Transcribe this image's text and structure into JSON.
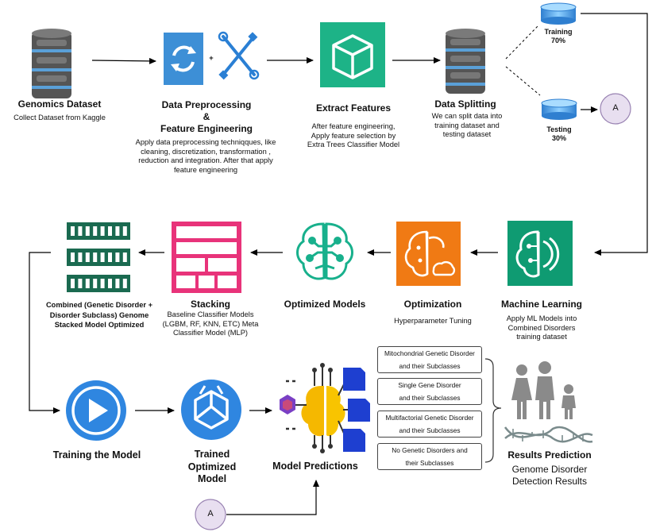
{
  "nodes": {
    "genomics": {
      "title": "Genomics Dataset",
      "desc": "Collect Dataset from Kaggle"
    },
    "preprocessing": {
      "title_line1": "Data Preprocessing",
      "title_amp": "&",
      "title_line2": "Feature Engineering",
      "desc": "Apply data preprocessing techniqques, like cleaning, discretization, transformation , reduction and integration. After that apply feature engineering",
      "plus": "+"
    },
    "extract": {
      "title": "Extract Features",
      "desc": "After feature engineering, Apply feature selection by Extra Trees Classifier Model"
    },
    "splitting": {
      "title": "Data Splitting",
      "desc": "We can split data into training dataset and testing dataset"
    },
    "training_split": {
      "label": "Training",
      "pct": "70%"
    },
    "testing_split": {
      "label": "Testing",
      "pct": "30%"
    },
    "connector_a": "A",
    "ml": {
      "title": "Machine Learning",
      "desc": "Apply ML Models into Combined Disorders training dataset"
    },
    "optimization": {
      "title": "Optimization",
      "desc": "Hyperparameter Tuning"
    },
    "optimized_models": {
      "title": "Optimized Models"
    },
    "stacking": {
      "title": "Stacking",
      "desc": "Baseline Classifier Models (LGBM, RF, KNN, ETC) Meta Classifier Model (MLP)"
    },
    "combined": {
      "title": "Combined (Genetic Disorder + Disorder Subclass) Genome Stacked Model Optimized"
    },
    "training_model": {
      "title": "Training the Model"
    },
    "trained_model": {
      "title": "Trained Optimized Model"
    },
    "predictions": {
      "title": "Model Predictions"
    },
    "results": {
      "title": "Results Prediction",
      "desc": "Genome Disorder Detection Results"
    }
  },
  "prediction_classes": [
    {
      "line1": "Mitochondrial Genetic Disorder",
      "line2": "and their Subclasses"
    },
    {
      "line1": "Single Gene Disorder",
      "line2": "and their Subclasses"
    },
    {
      "line1": "Multifactorial Genetic Disorder",
      "line2": "and their Subclasses"
    },
    {
      "line1": "No Genetic Disorders and",
      "line2": "their Subclasses"
    }
  ],
  "colors": {
    "database_body": "#4a4a4a",
    "database_band": "#5aa0d8",
    "preprocess_blue": "#3d8fd6",
    "tools_blue": "#2a7fd4",
    "extract_green": "#1db387",
    "stack_green": "#1a6a50",
    "stack_pink": "#e8337a",
    "brain_teal": "#18b08c",
    "optimization_orange": "#f07a14",
    "ml_green": "#0f9b72",
    "play_blue": "#2f86e0",
    "connector_fill": "#e8dff0",
    "connector_stroke": "#9a84b3",
    "people_gray": "#8a8a8a",
    "dna_gray": "#7a8b8c"
  },
  "icons": [
    "database-icon",
    "refresh-icon",
    "tools-icon",
    "cube-icon",
    "cylinder-icon",
    "ram-icon",
    "stack-grid-icon",
    "brain-circuit-icon",
    "cloud-brain-icon",
    "play-icon",
    "trained-model-icon",
    "prediction-brain-icon",
    "family-icon",
    "dna-icon"
  ]
}
